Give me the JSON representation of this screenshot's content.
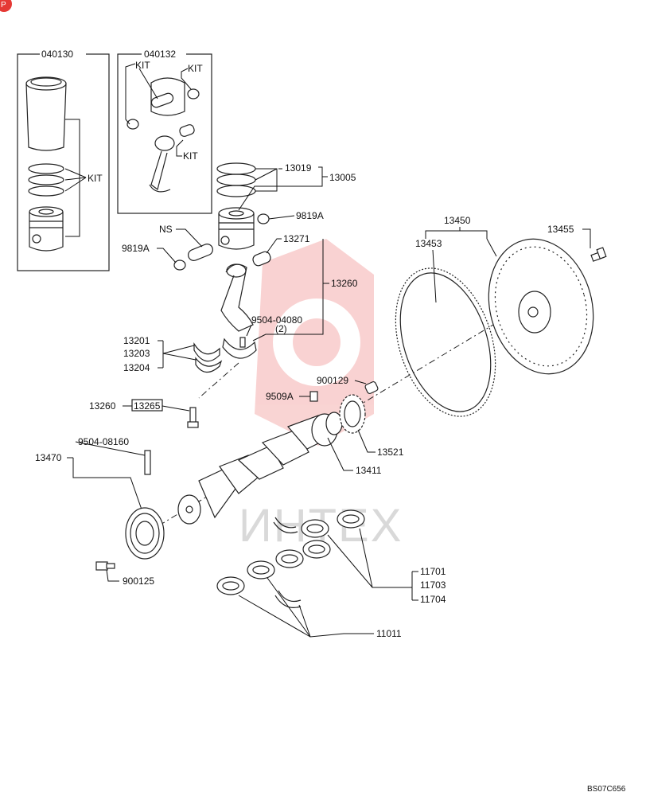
{
  "corner_badge": {
    "text": "P"
  },
  "watermark": {
    "text": "ИНТЕХ",
    "color": "#e53935"
  },
  "drawing_code": "BS07C656",
  "callouts": {
    "group_040130": "040130",
    "group_040132": "040132",
    "kit_a": "KIT",
    "kit_b": "KIT",
    "kit_c": "KIT",
    "kit_d": "KIT",
    "p13019": "13019",
    "p13005": "13005",
    "p9819a_top": "9819A",
    "ns": "NS",
    "p9819a_left": "9819A",
    "p13271": "13271",
    "p13260_right": "13260",
    "p13201": "13201",
    "p13203": "13203",
    "p13204": "13204",
    "p9504_04080": "9504-04080",
    "qty_2": "(2)",
    "p13260_left": "13260",
    "p13265": "13265",
    "p13450": "13450",
    "p13453": "13453",
    "p13455": "13455",
    "p900129": "900129",
    "p9509a": "9509A",
    "p13521": "13521",
    "p13411": "13411",
    "p9504_08160": "9504-08160",
    "p13470": "13470",
    "p900125": "900125",
    "p11701": "11701",
    "p11703": "11703",
    "p11704": "11704",
    "p11011": "11011"
  }
}
